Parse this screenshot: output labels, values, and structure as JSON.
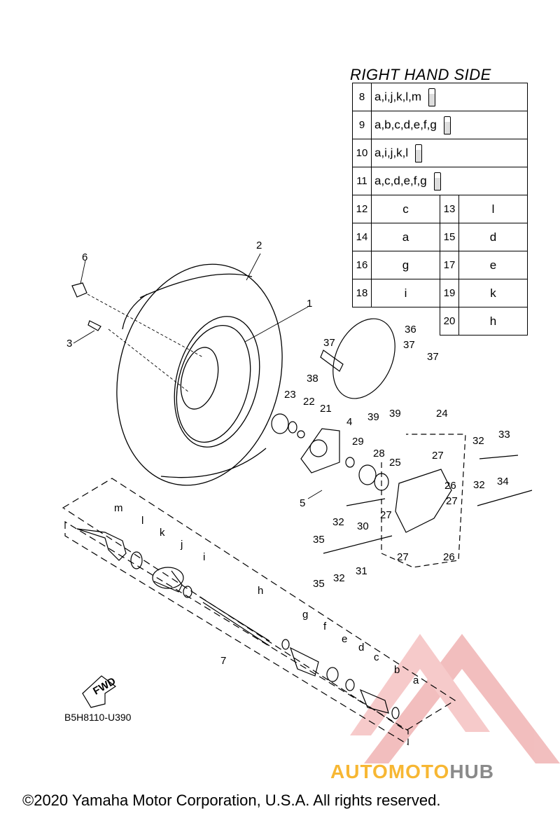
{
  "table": {
    "title": "RIGHT HAND SIDE",
    "wide_rows": [
      {
        "num": "8",
        "val": "a,i,j,k,l,m"
      },
      {
        "num": "9",
        "val": "a,b,c,d,e,f,g"
      },
      {
        "num": "10",
        "val": "a,i,j,k,l"
      },
      {
        "num": "11",
        "val": "a,c,d,e,f,g"
      }
    ],
    "pair_rows": [
      {
        "n1": "12",
        "v1": "c",
        "n2": "13",
        "v2": "l"
      },
      {
        "n1": "14",
        "v1": "a",
        "n2": "15",
        "v2": "d"
      },
      {
        "n1": "16",
        "v1": "g",
        "n2": "17",
        "v2": "e"
      },
      {
        "n1": "18",
        "v1": "i",
        "n2": "19",
        "v2": "k"
      }
    ],
    "last_row": {
      "n2": "20",
      "v2": "h"
    }
  },
  "callouts": {
    "c1": "1",
    "c2": "2",
    "c3": "3",
    "c4": "4",
    "c5": "5",
    "c6": "6",
    "c7": "7",
    "c21": "21",
    "c22": "22",
    "c23": "23",
    "c24": "24",
    "c25": "25",
    "c26a": "26",
    "c26b": "26",
    "c27a": "27",
    "c27b": "27",
    "c27c": "27",
    "c28": "28",
    "c29": "29",
    "c30": "30",
    "c31": "31",
    "c32a": "32",
    "c32b": "32",
    "c32c": "32",
    "c32d": "32",
    "c33": "33",
    "c34": "34",
    "c35a": "35",
    "c35b": "35",
    "c36": "36",
    "c37a": "37",
    "c37b": "37",
    "c37c": "37",
    "c38": "38",
    "c39a": "39",
    "c39b": "39",
    "cm": "m",
    "cl": "l",
    "ck": "k",
    "cj": "j",
    "ci": "i",
    "ch": "h",
    "cg": "g",
    "cf": "f",
    "ce": "e",
    "cd": "d",
    "cc": "c",
    "cb": "b",
    "ca": "a"
  },
  "fwd_label": "FWD",
  "diagram_code": "B5H8110-U390",
  "watermark": {
    "part1": "AUTOMOTO",
    "part2": "HUB"
  },
  "copyright": "©2020 Yamaha Motor Corporation, U.S.A. All rights reserved."
}
